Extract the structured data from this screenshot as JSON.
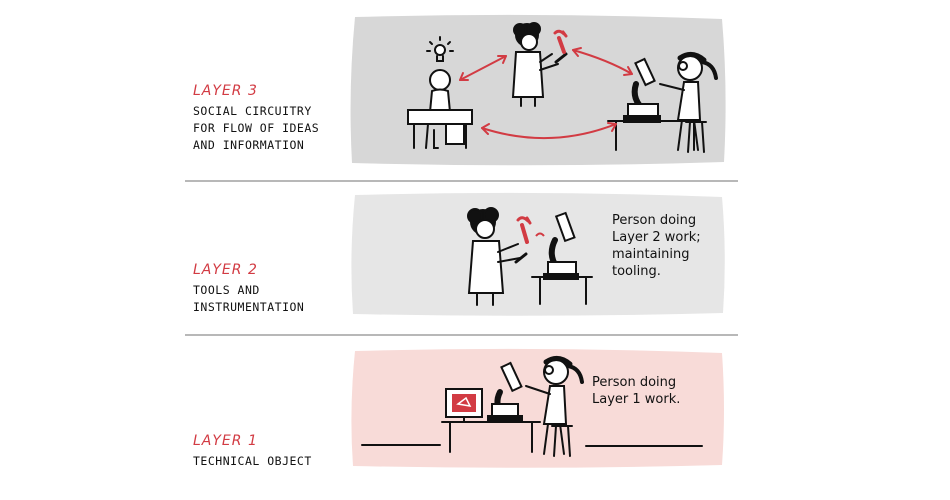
{
  "accent_color": "#d23b43",
  "layers": [
    {
      "title": "LAYER 3",
      "description": "SOCIAL CIRCUITRY\nFOR FLOW OF IDEAS\nAND INFORMATION"
    },
    {
      "title": "LAYER 2",
      "description": "TOOLS AND\nINSTRUMENTATION",
      "caption": "Person doing\nLayer 2 work;\nmaintaining\ntooling."
    },
    {
      "title": "LAYER 1",
      "description": "TECHNICAL OBJECT",
      "caption": "Person doing\nLayer 1 work."
    }
  ],
  "icons": [
    "lightbulb-icon",
    "wrench-icon",
    "microscope-icon",
    "monitor-icon",
    "desk-icon",
    "stool-icon"
  ]
}
